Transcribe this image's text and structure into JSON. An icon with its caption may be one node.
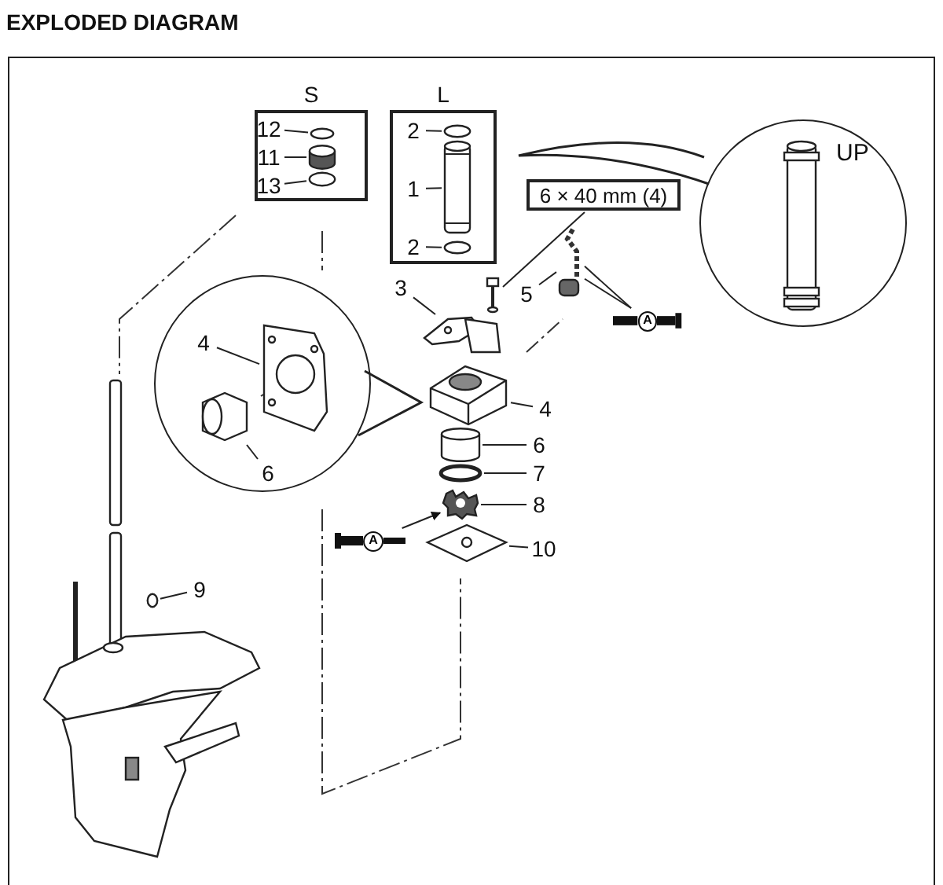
{
  "diagram": {
    "title": "EXPLODED DIAGRAM",
    "nodes": [
      {
        "text": [
          "S"
        ]
      },
      {
        "text": [
          "12"
        ],
        "in": 0
      },
      {
        "text": [
          "11"
        ],
        "in": 0
      },
      {
        "text": [
          "13"
        ],
        "in": 0
      },
      {
        "text": [
          "L"
        ]
      },
      {
        "text": [
          "2"
        ],
        "in": 4
      },
      {
        "text": [
          "1"
        ],
        "in": 4
      },
      {
        "text": [
          "2"
        ],
        "in": 4
      },
      {
        "text": [
          "6 × 40 mm (4)"
        ]
      },
      {
        "text": [
          "3"
        ]
      },
      {
        "text": [
          "5"
        ]
      },
      {
        "text": [],
        "shape": "circle"
      },
      {
        "text": [
          "4"
        ],
        "in": 11
      },
      {
        "text": [
          "6"
        ],
        "in": 11
      },
      {
        "text": [
          "4"
        ]
      },
      {
        "text": [
          "6"
        ]
      },
      {
        "text": [
          "7"
        ]
      },
      {
        "text": [
          "8"
        ]
      },
      {
        "text": [
          "10"
        ]
      },
      {
        "text": [
          "9"
        ]
      },
      {
        "text": [
          "UP"
        ]
      },
      {
        "text": [
          "A"
        ]
      },
      {
        "text": [
          "A"
        ]
      },
      {
        "text": [],
        "shape": "circle",
        "in": 0
      },
      {
        "text": [],
        "shape": "cylinder",
        "in": 0
      },
      {
        "text": [],
        "shape": "circle",
        "in": 0
      },
      {
        "text": [],
        "shape": "circle",
        "in": 4
      },
      {
        "text": [],
        "shape": "picture",
        "in": 4
      },
      {
        "text": [],
        "shape": "circle",
        "in": 4
      },
      {
        "text": [],
        "shape": "picture"
      },
      {
        "text": [],
        "shape": "picture"
      },
      {
        "text": [],
        "shape": "picture"
      },
      {
        "text": [],
        "shape": "picture",
        "in": 11
      },
      {
        "text": [],
        "shape": "picture",
        "in": 11
      },
      {
        "text": [],
        "shape": "picture"
      },
      {
        "text": [],
        "shape": "cylinder"
      },
      {
        "text": [],
        "shape": "circle"
      },
      {
        "text": [],
        "shape": "picture"
      },
      {
        "text": [],
        "shape": "picture"
      },
      {
        "text": [],
        "shape": "circle"
      }
    ],
    "edges": [
      {
        "from": 1,
        "to": 23,
        "arrow": "none"
      },
      {
        "from": 2,
        "to": 24,
        "arrow": "none"
      },
      {
        "from": 3,
        "to": 25,
        "arrow": "none"
      },
      {
        "from": 5,
        "to": 26,
        "arrow": "none"
      },
      {
        "from": 6,
        "to": 27,
        "arrow": "none"
      },
      {
        "from": 7,
        "to": 28,
        "arrow": "none"
      },
      {
        "from": 8,
        "to": 29,
        "arrow": "none"
      },
      {
        "from": 9,
        "to": 30,
        "arrow": "none"
      },
      {
        "from": 10,
        "to": 31,
        "arrow": "none"
      },
      {
        "from": 12,
        "to": 32,
        "arrow": "none"
      },
      {
        "from": 13,
        "to": 33,
        "arrow": "none"
      },
      {
        "from": 14,
        "to": 34,
        "arrow": "none"
      },
      {
        "from": 15,
        "to": 35,
        "arrow": "none"
      },
      {
        "from": 16,
        "to": 36,
        "arrow": "none"
      },
      {
        "from": 17,
        "to": 37,
        "arrow": "none"
      },
      {
        "from": 18,
        "to": 38,
        "arrow": "none"
      },
      {
        "from": 19,
        "to": 39,
        "arrow": "none"
      },
      {
        "from": 21,
        "to": 31,
        "arrow": "none"
      },
      {
        "from": 21,
        "to": 31,
        "arrow": "none"
      },
      {
        "from": 22,
        "to": 37,
        "arrow": "to"
      }
    ]
  }
}
